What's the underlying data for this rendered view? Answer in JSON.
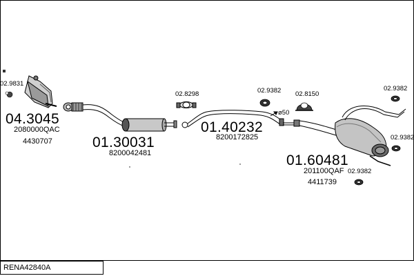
{
  "diagram": {
    "parts": {
      "catalyst": {
        "number": "04.3045",
        "oem_1": "2080000QAC",
        "oem_2": "4430707"
      },
      "front_silencer": {
        "number": "01.30031",
        "oem": "8200042481"
      },
      "middle_pipe": {
        "number": "01.40232",
        "oem": "8200172825"
      },
      "rear_silencer": {
        "number": "01.60481",
        "oem_1": "201100QAF",
        "oem_2": "4411739"
      }
    },
    "accessories": {
      "clamp_catalyst": "02.9831",
      "clamp_middle": "02.8298",
      "hanger_1": "02.9382",
      "hanger_2": "02.8150",
      "hanger_tail": "02.9382",
      "hanger_rear_right": "02.9382",
      "hanger_rear_bottom": "02.9382"
    },
    "pipe_diameter": "ø50",
    "reference": "RENA42840A"
  }
}
